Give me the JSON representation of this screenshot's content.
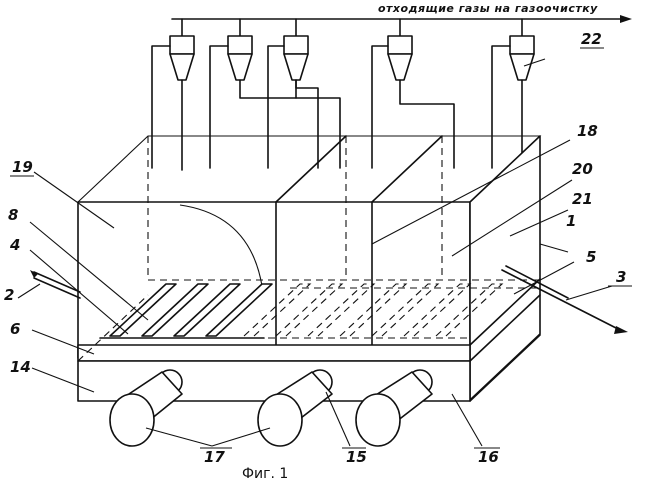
{
  "caption": "Фиг. 1",
  "exhaust_label": "отходящие газы на газоочистку",
  "callouts": [
    {
      "id": "c1",
      "text": "1"
    },
    {
      "id": "c2",
      "text": "2"
    },
    {
      "id": "c3",
      "text": "3"
    },
    {
      "id": "c4",
      "text": "4"
    },
    {
      "id": "c5",
      "text": "5"
    },
    {
      "id": "c6",
      "text": "6"
    },
    {
      "id": "c8",
      "text": "8"
    },
    {
      "id": "c14",
      "text": "14"
    },
    {
      "id": "c15",
      "text": "15"
    },
    {
      "id": "c16",
      "text": "16"
    },
    {
      "id": "c17",
      "text": "17"
    },
    {
      "id": "c18",
      "text": "18"
    },
    {
      "id": "c19",
      "text": "19"
    },
    {
      "id": "c20",
      "text": "20"
    },
    {
      "id": "c21",
      "text": "21"
    },
    {
      "id": "c22",
      "text": "22"
    }
  ]
}
